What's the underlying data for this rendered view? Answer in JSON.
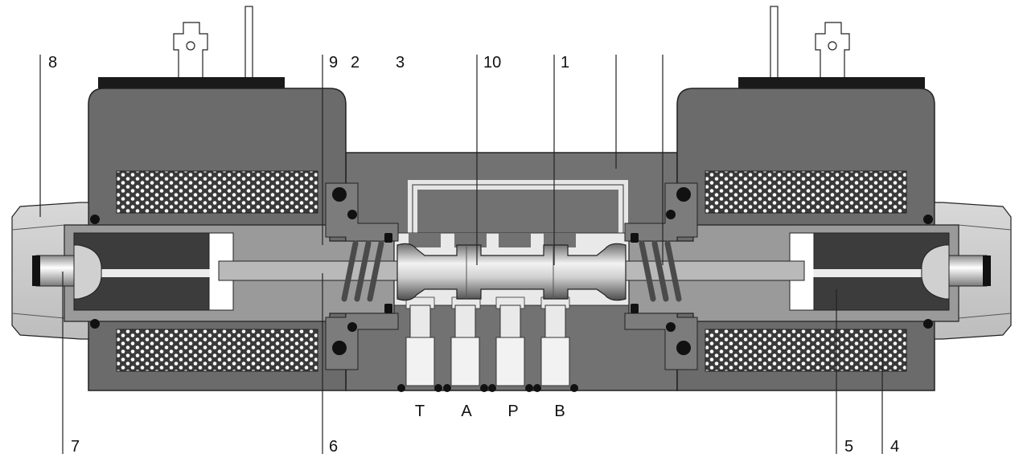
{
  "diagram": {
    "callouts": {
      "n1": "1",
      "n2": "2",
      "n3": "3",
      "n4": "4",
      "n5": "5",
      "n6": "6",
      "n7": "7",
      "n8": "8",
      "n9": "9",
      "n10": "10"
    },
    "ports": {
      "t": "T",
      "a": "A",
      "p": "P",
      "b": "B"
    },
    "colors": {
      "coil_housing": "#6b6b6b",
      "valve_body": "#727272",
      "armature_tube": "#9a9a9a",
      "armature": "#3c3c3c",
      "spring": "#4a4a4a",
      "winding": "#ffffff",
      "nut": "#cfcfcf",
      "connector_bar": "#1a1a1a"
    }
  }
}
